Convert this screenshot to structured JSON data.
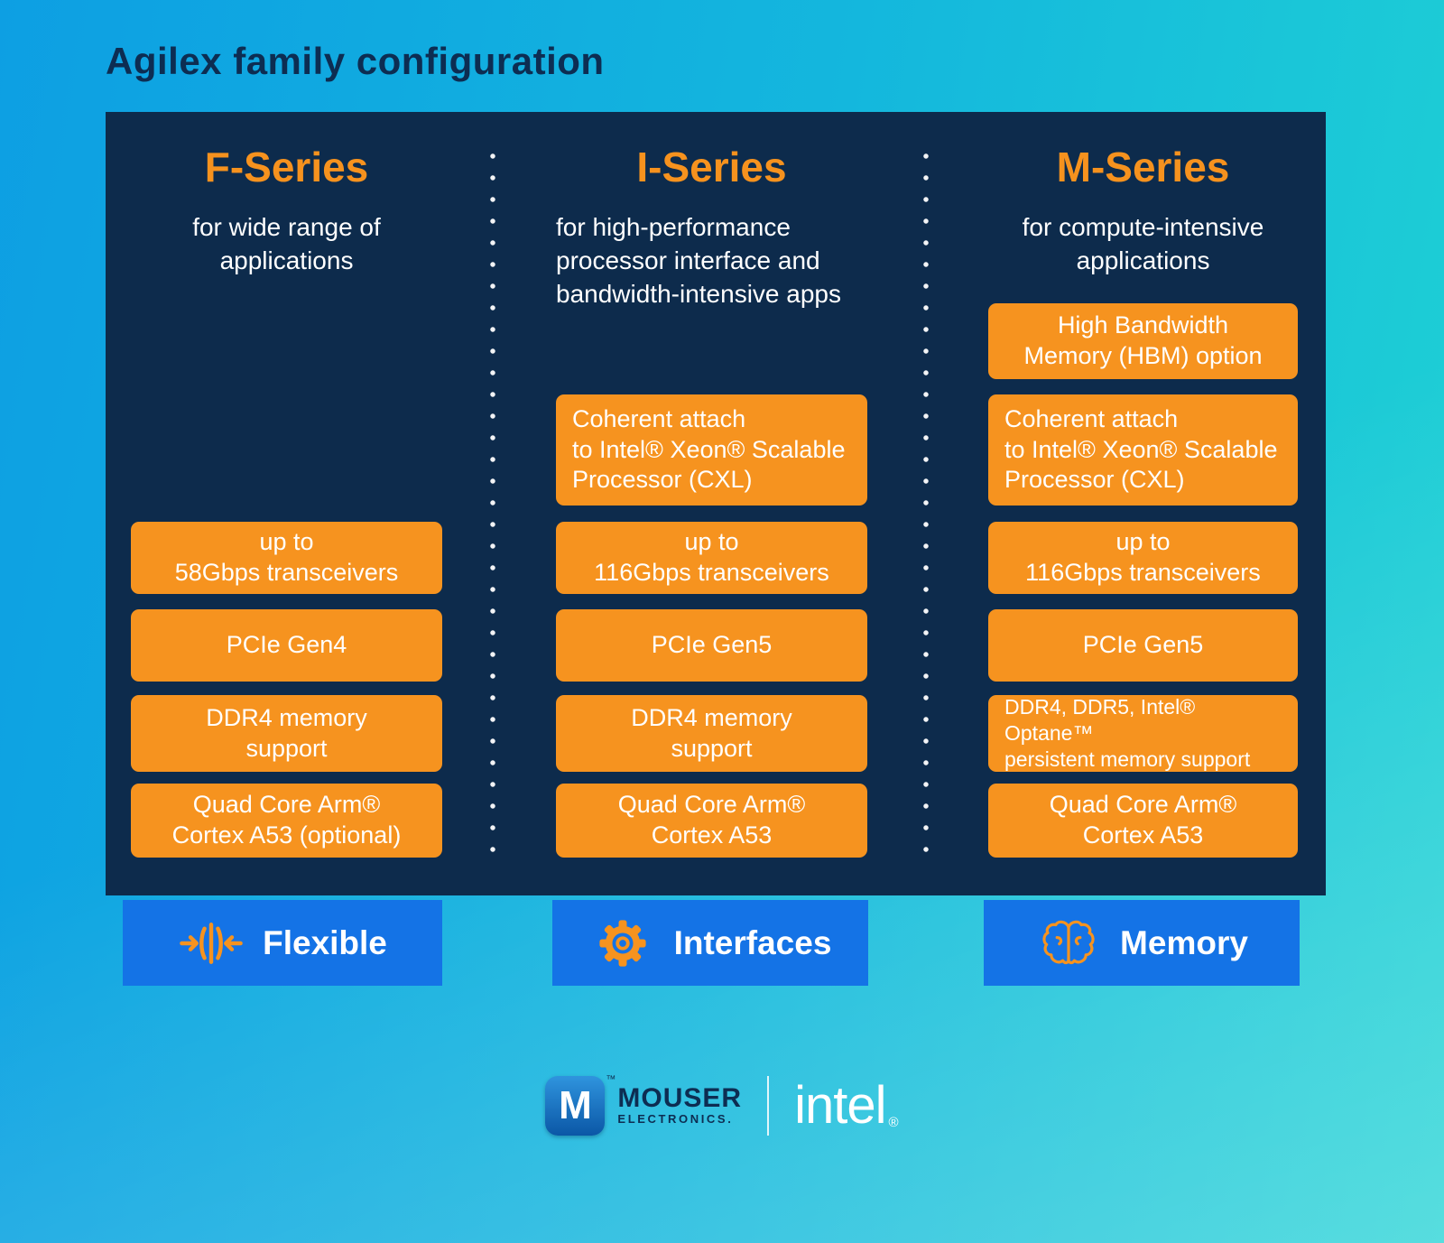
{
  "title": "Agilex family configuration",
  "colors": {
    "accent_orange": "#f6931f",
    "panel_navy": "#0d2b4c",
    "badge_blue": "#1473e6",
    "title_navy": "#0d2d52"
  },
  "columns": [
    {
      "name": "F-Series",
      "description": "for wide range of\napplications",
      "boxes": {
        "transceivers": "up to\n58Gbps transceivers",
        "pcie": "PCIe Gen4",
        "memory": "DDR4 memory\nsupport",
        "processor": "Quad Core Arm®\nCortex A53 (optional)"
      },
      "badge": {
        "label": "Flexible",
        "icon": "converge-arrows-icon"
      }
    },
    {
      "name": "I-Series",
      "description": "for high-performance\nprocessor interface and\nbandwidth-intensive apps",
      "boxes": {
        "coherent": "Coherent attach\nto Intel® Xeon® Scalable\nProcessor (CXL)",
        "transceivers": "up to\n116Gbps transceivers",
        "pcie": "PCIe Gen5",
        "memory": "DDR4 memory\nsupport",
        "processor": "Quad Core Arm®\nCortex A53"
      },
      "badge": {
        "label": "Interfaces",
        "icon": "gear-icon"
      }
    },
    {
      "name": "M-Series",
      "description": "for compute-intensive\napplications",
      "boxes": {
        "hbm": "High Bandwidth\nMemory (HBM) option",
        "coherent": "Coherent attach\nto Intel® Xeon® Scalable\nProcessor (CXL)",
        "transceivers": "up to\n116Gbps transceivers",
        "pcie": "PCIe Gen5",
        "memory": "DDR4, DDR5, Intel® Optane™\npersistent memory support",
        "processor": "Quad Core Arm®\nCortex A53"
      },
      "badge": {
        "label": "Memory",
        "icon": "brain-icon"
      }
    }
  ],
  "footer": {
    "mouser": {
      "monogram": "M",
      "trademark": "™",
      "name": "MOUSER",
      "subname": "ELECTRONICS."
    },
    "intel": {
      "wordmark": "intel",
      "mark": "®"
    }
  }
}
